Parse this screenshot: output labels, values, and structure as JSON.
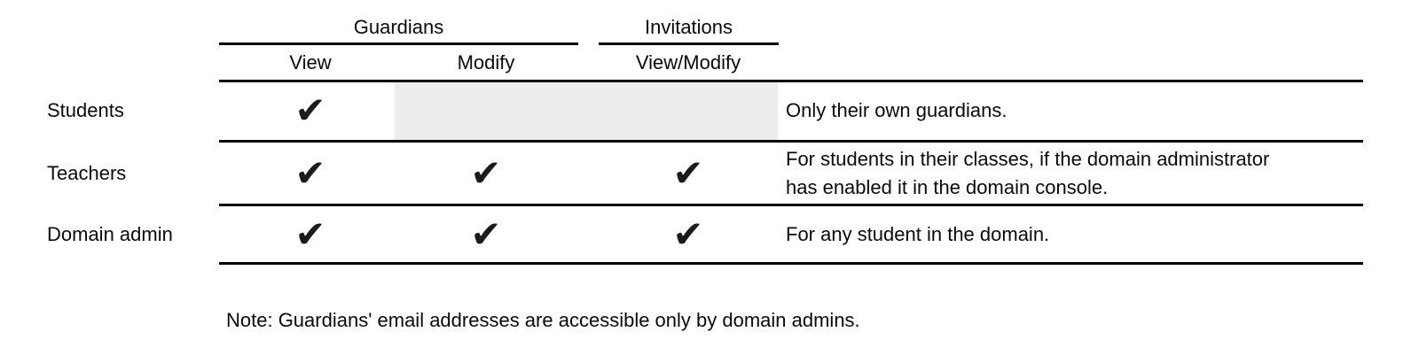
{
  "colors": {
    "shaded-cell": "#ededed",
    "line": "#000000",
    "text": "#0a0a0a",
    "check": "#1b1b1b"
  },
  "table": {
    "column_groups": [
      {
        "label": "Guardians",
        "columns": [
          "View",
          "Modify"
        ]
      },
      {
        "label": "Invitations",
        "columns": [
          "View/Modify"
        ]
      }
    ],
    "columns": [
      {
        "label": "View"
      },
      {
        "label": "Modify"
      },
      {
        "label": "View/Modify"
      }
    ],
    "check_glyph": "✔",
    "rows": [
      {
        "label": "Students",
        "view": "✔",
        "modify": "",
        "view_modify": "",
        "shaded_columns": [
          "Modify",
          "View/Modify"
        ],
        "note": "Only their own guardians."
      },
      {
        "label": "Teachers",
        "view": "✔",
        "modify": "✔",
        "view_modify": "✔",
        "shaded_columns": [],
        "note": "For students in their classes, if the domain administrator\nhas enabled it in the domain console."
      },
      {
        "label": "Domain admin",
        "view": "✔",
        "modify": "✔",
        "view_modify": "✔",
        "shaded_columns": [],
        "note": "For any student in the domain."
      }
    ]
  },
  "footnote": "Note: Guardians' email addresses are accessible only by domain admins."
}
